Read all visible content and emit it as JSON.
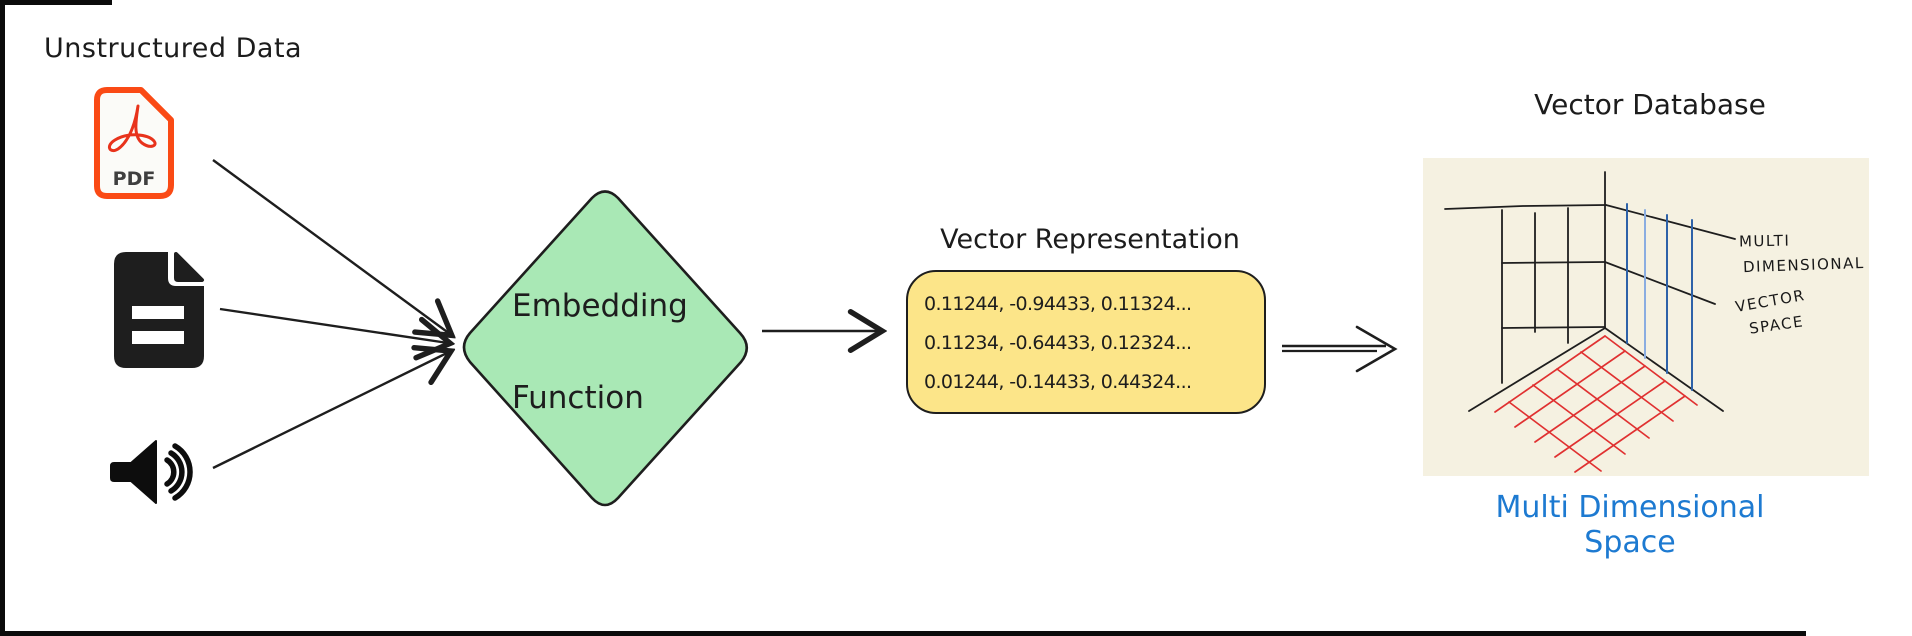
{
  "diagram": {
    "unstructured_data": {
      "title": "Unstructured Data",
      "pdf_icon_label": "PDF"
    },
    "embedding_function": {
      "lines": [
        "Embedding",
        "Function"
      ]
    },
    "vector_representation": {
      "title": "Vector Representation",
      "rows": [
        "0.11244, -0.94433, 0.11324...",
        "0.11234, -0.64433, 0.12324...",
        "0.01244, -0.14433, 0.44324..."
      ]
    },
    "vector_database": {
      "title": "Vector Database",
      "annotation": [
        "MULTI",
        "DIMENSIONAL",
        "VECTOR",
        "SPACE"
      ],
      "caption": "Multi Dimensional Space"
    },
    "colors": {
      "ink": "#1e1e1e",
      "diamond_fill": "#a9e8b5",
      "vector_box_fill": "#fce589",
      "panel_background": "#f5f1e1",
      "pdf_border": "#fa4a15",
      "adobe_mark_red": "#e8331c",
      "floor_grid_red": "#e03131",
      "wall_line_blue_dark": "#2e62a8",
      "wall_line_blue_light": "#8aade0",
      "caption_blue": "#1d7ad1"
    }
  }
}
